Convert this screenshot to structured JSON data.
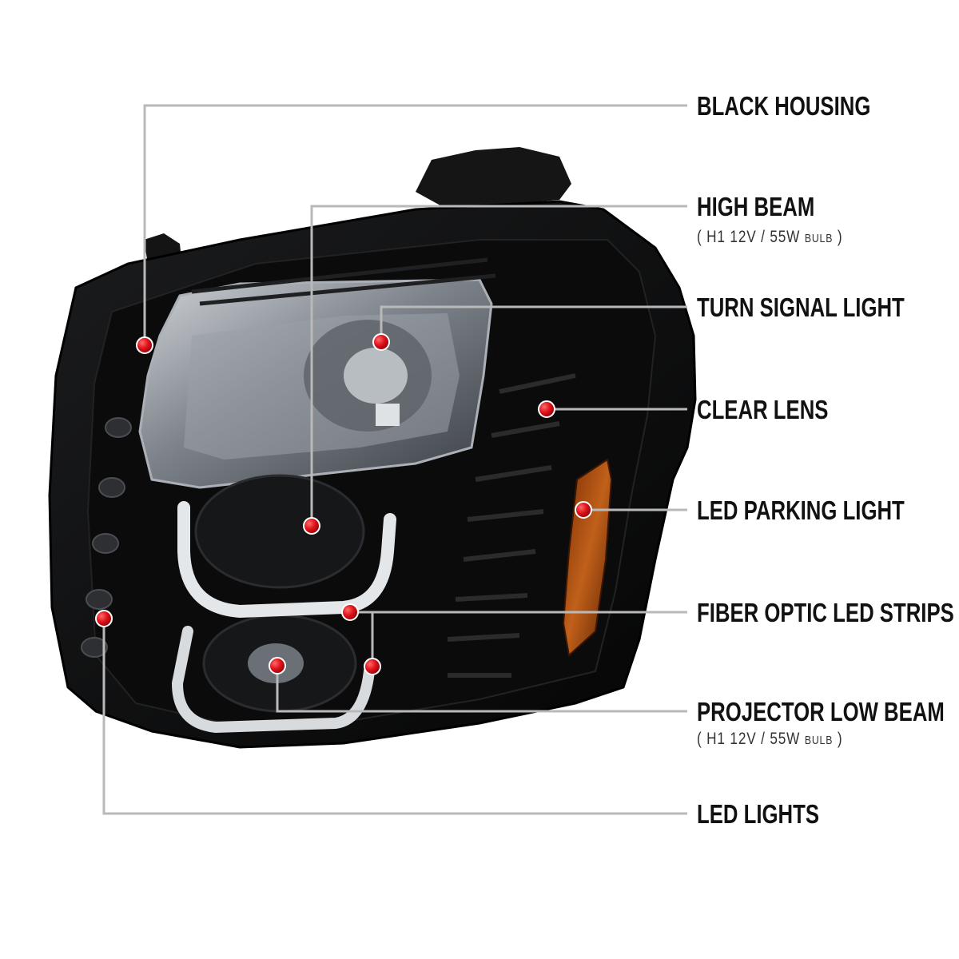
{
  "labels": {
    "black_housing": "BLACK HOUSING",
    "high_beam": "HIGH BEAM",
    "high_beam_spec": "H1  12V / 55W",
    "high_beam_bulb": "BULB",
    "turn_signal": "TURN SIGNAL LIGHT",
    "clear_lens": "CLEAR LENS",
    "led_parking": "LED PARKING LIGHT",
    "fiber_optic": "FIBER OPTIC LED STRIPS",
    "projector_low": "PROJECTOR LOW BEAM",
    "projector_spec": "H1  12V / 55W",
    "projector_bulb": "BULB",
    "led_lights": "LED LIGHTS"
  },
  "colors": {
    "callout_line": "#b9b9b9",
    "marker": "#d0101a",
    "housing": "#0c0c0d",
    "amber": "#b5520f"
  }
}
